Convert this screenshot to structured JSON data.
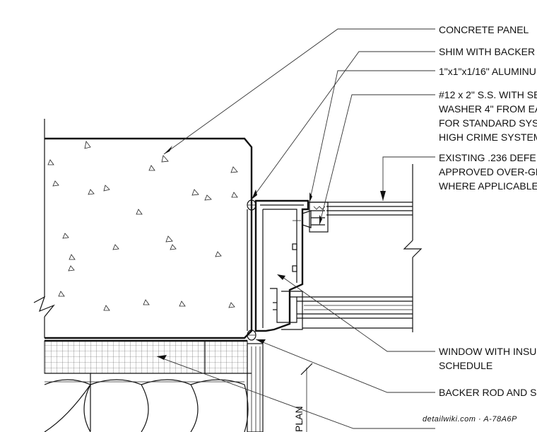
{
  "labels": {
    "concrete_panel": "CONCRETE PANEL",
    "shim_with_backer": "SHIM WITH BACKER",
    "aluminum_angle": "1\"x1\"x1/16\" ALUMINUI",
    "screw_line1": "#12 x 2\" S.S. WITH SE",
    "screw_line2": "WASHER 4\" FROM EA",
    "screw_line3": "FOR STANDARD SYS",
    "screw_line4": "HIGH CRIME SYSTEM",
    "existing_line1": "EXISTING .236 DEFE",
    "existing_line2": "APPROVED OVER-GL",
    "existing_line3": "WHERE APPLICABLE",
    "window_line1": "WINDOW WITH INSUL",
    "window_line2": "SCHEDULE",
    "backer_rod": "BACKER ROD AND S",
    "plan": "PLAN"
  },
  "watermark": "detailwiki.com  ·  A-78A6P"
}
